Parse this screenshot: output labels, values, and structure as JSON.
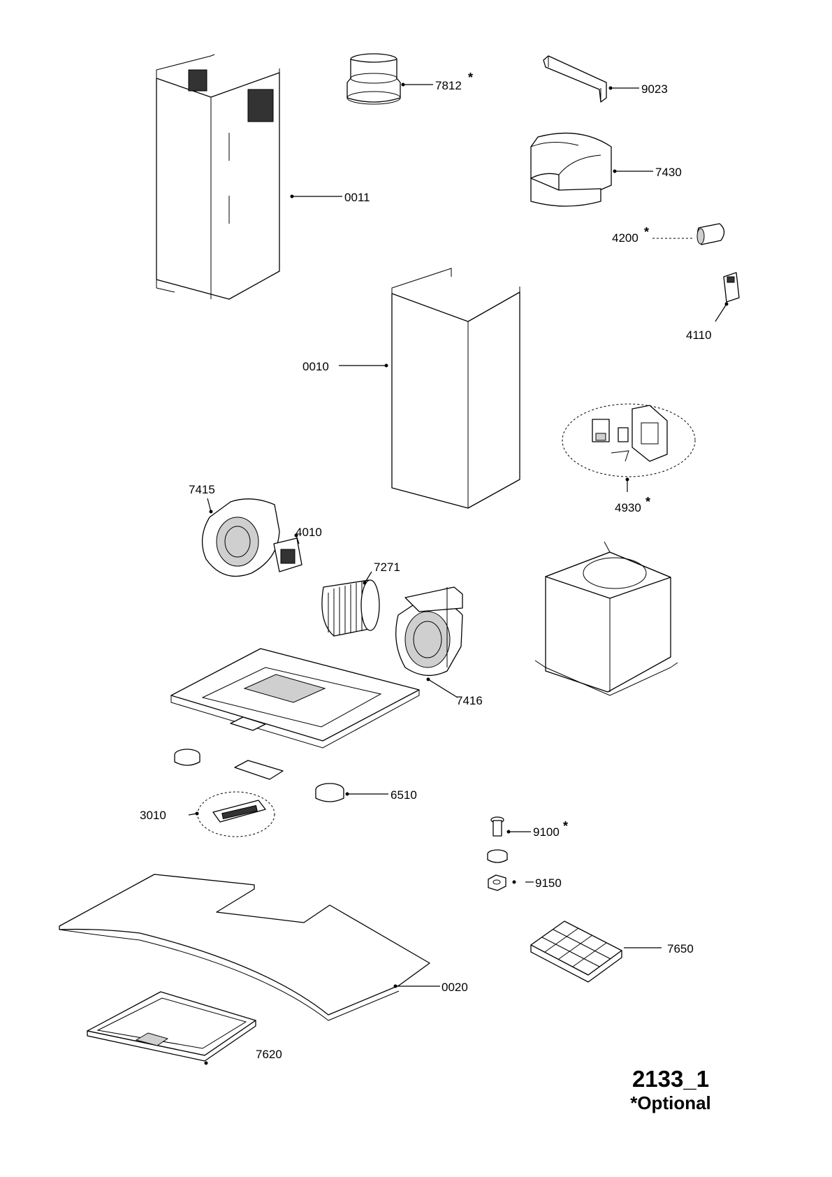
{
  "parts": {
    "chimney_upper": "0011",
    "chimney_lower": "0010",
    "adapter": "7812",
    "bracket": "9023",
    "diverter": "7430",
    "lamp": "4200",
    "switch": "4110",
    "pcb": "4930",
    "scroll_housing_front": "7415",
    "motor": "4010",
    "impeller": "7271",
    "scroll_housing_rear": "7416",
    "knob": "6510",
    "control_panel": "3010",
    "screw": "9100",
    "nut": "9150",
    "carbon_filter": "7650",
    "glass_canopy": "0020",
    "grease_filter": "7620"
  },
  "optional_marker": "*",
  "footer": {
    "drawing_number": "2133_1",
    "note": "*Optional"
  }
}
